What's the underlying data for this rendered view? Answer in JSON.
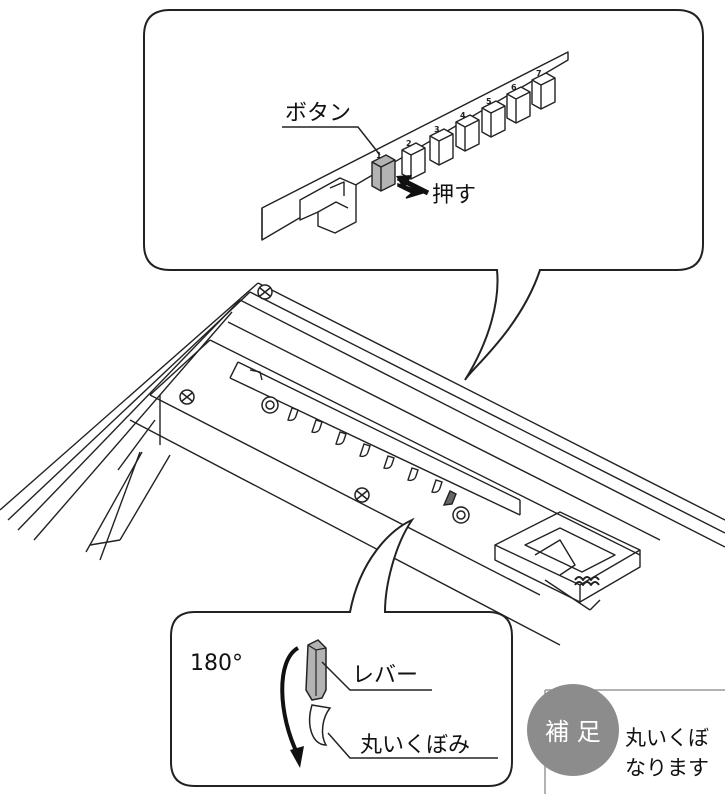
{
  "callout_top": {
    "button_label": "ボタン",
    "push_label": "押す",
    "button_numbers": [
      "1",
      "2",
      "3",
      "4",
      "5",
      "6",
      "7"
    ]
  },
  "callout_bottom": {
    "angle_label": "180°",
    "lever_label": "レバー",
    "recess_label": "丸いくぼみ"
  },
  "note": {
    "badge": "補 足",
    "line1": "丸いくぼ",
    "line2": "なります"
  },
  "colors": {
    "badge_gray": "#8c8c8c",
    "part_gray": "#b3b3b3",
    "line": "#222222"
  }
}
